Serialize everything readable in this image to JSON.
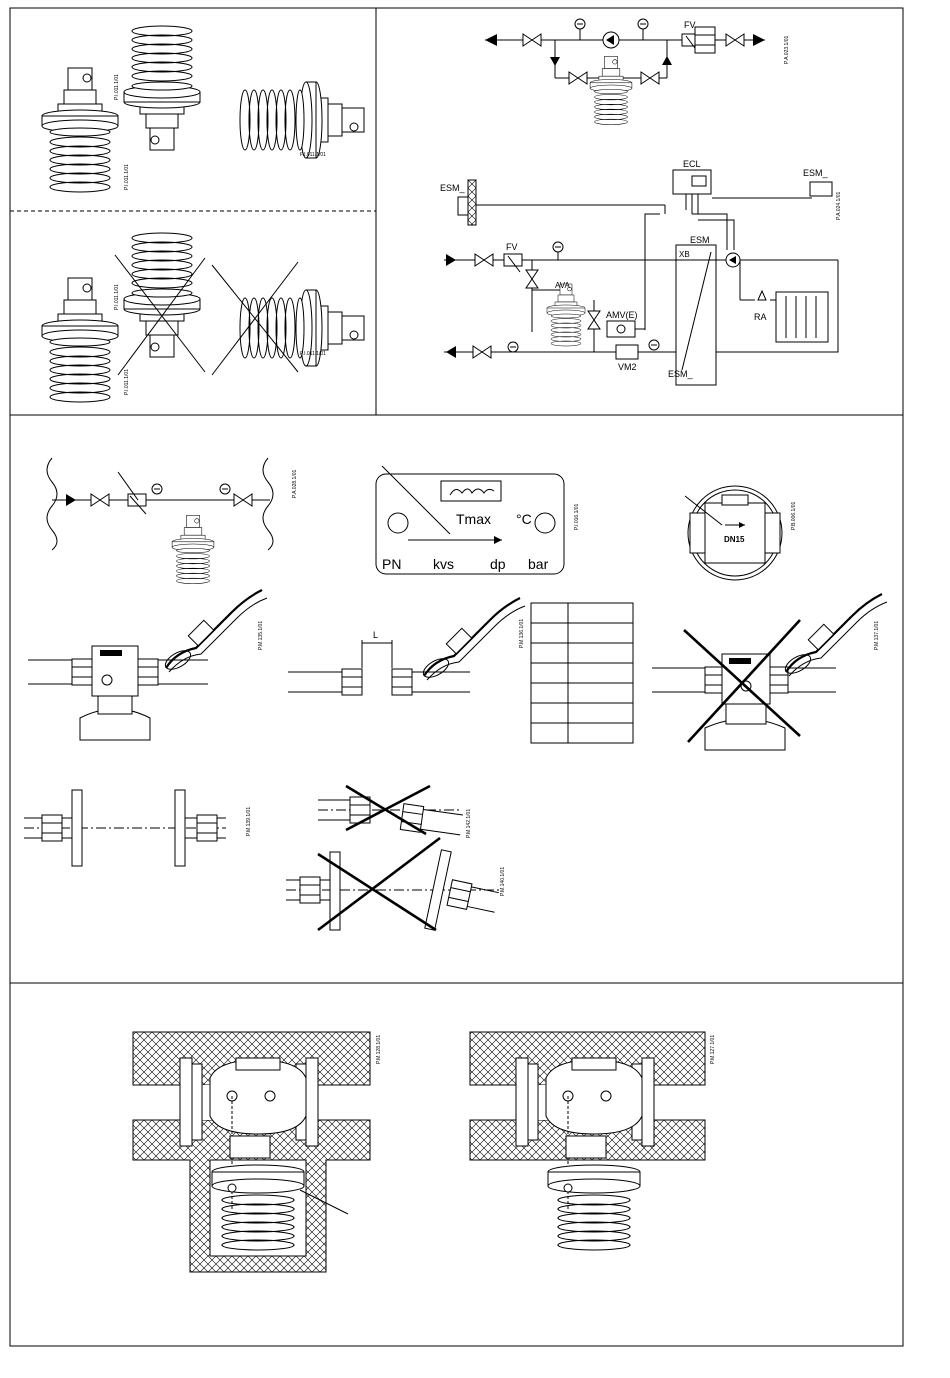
{
  "labels": {
    "fv_top": "FV",
    "ref_top_schematic": "P.A.023.1/01",
    "ecl": "ECL",
    "esm_left": "ESM_",
    "esm_right": "ESM_",
    "ref_system": "P.A.024.1/01",
    "fv_mid": "FV",
    "esm_inner": "ESM",
    "xb": "XB",
    "ava": "AVA",
    "amv": "AMV(E)",
    "vm2": "VM2",
    "esm_bottom": "ESM_",
    "ra": "RA",
    "ref_valve_1": "P.I.011.1/01",
    "ref_valve_2": "P.I.011.1/01",
    "ref_valve_3": "P.I.011.1/01",
    "ref_valve_4": "P.I.011.1/01",
    "ref_valve_5": "P.I.011.1/01",
    "ref_valve_6": "P.I.011.1/01",
    "ref_install_line": "P.A.028.1/01",
    "nameplate_tmax": "Tmax",
    "nameplate_degc": "°C",
    "nameplate_pn": "PN",
    "nameplate_kvs": "kvs",
    "nameplate_dp": "dp",
    "nameplate_bar": "bar",
    "ref_nameplate": "P.I.016.1/01",
    "detail_dn": "DN15",
    "ref_detail": "P.B.006.1/01",
    "ref_weld_ok": "P.M.135.1/01",
    "gap_l": "L",
    "ref_weld_gap": "P.M.136.1/01",
    "ref_weld_bad": "P.M.137.1/01",
    "ref_align_ok": "P.M.139.1/01",
    "ref_align_bad1": "P.M.142.1/01",
    "ref_align_bad2": "P.M.140.1/01",
    "ref_insul_1": "P.M.128.1/01",
    "ref_insul_2": "P.M.127.1/01"
  },
  "colors": {
    "line": "#000000",
    "background": "#ffffff"
  }
}
